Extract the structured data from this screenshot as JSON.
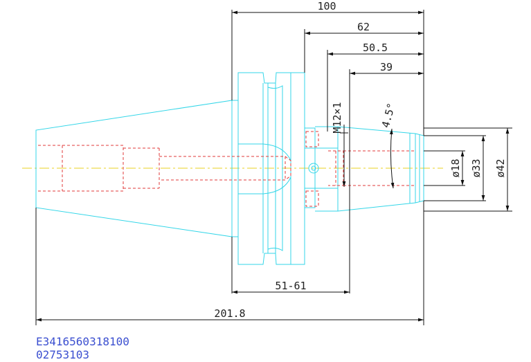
{
  "dimensions": {
    "overall_length": "201.8",
    "length_100": "100",
    "length_62": "62",
    "length_50_5": "50.5",
    "length_39": "39",
    "range_51_61": "51-61",
    "thread": "M12×1",
    "taper_angle": "4.5°",
    "dia_18": "ø18",
    "dia_33": "ø33",
    "dia_42": "ø42"
  },
  "codes": {
    "line1": "E3416560318100",
    "line2": "02753103"
  },
  "colors": {
    "outline": "#33d6e8",
    "hidden": "#e23a3a",
    "centerline": "#e8d020",
    "dimension": "#111111",
    "code_text": "#3b4fd0"
  }
}
